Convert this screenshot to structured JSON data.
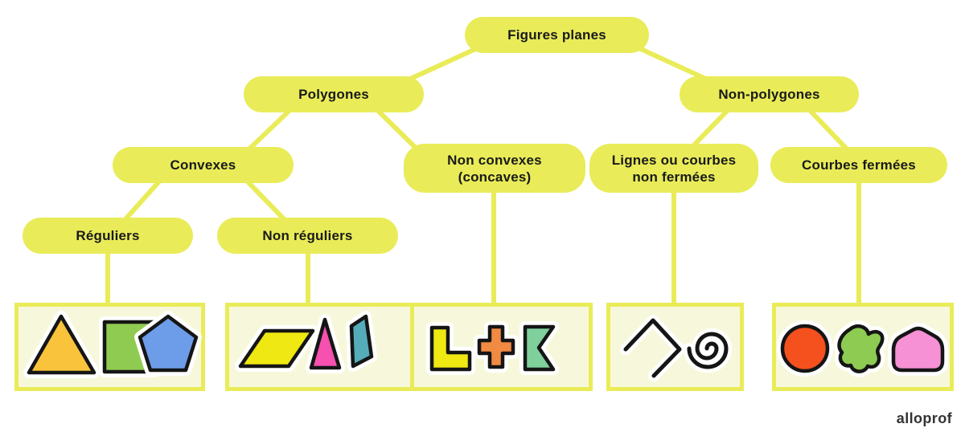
{
  "logo": {
    "text": "alloprof"
  },
  "colors": {
    "node_fill": "#e9ec58",
    "connector": "#e9ec58",
    "box_fill": "#f7f8db",
    "box_border": "#e9ec58",
    "text": "#1a1a1a",
    "outline": "#151515",
    "halo": "#ffffff",
    "triangle": "#f9c33c",
    "square": "#90cb51",
    "pentagon": "#6d9ce9",
    "parallelogram": "#efe812",
    "pink_triangle": "#f650b1",
    "teal_quad": "#54adb9",
    "l_shape": "#efe812",
    "plus_sign": "#f18a42",
    "concave_flag": "#7fd09c",
    "circle": "#f4511e",
    "blob": "#8ecb52",
    "round_pentagon": "#f591d4"
  },
  "nodes": {
    "root": {
      "label": "Figures planes"
    },
    "polygones": {
      "label": "Polygones"
    },
    "non_polygones": {
      "label": "Non-polygones"
    },
    "convexes": {
      "label": "Convexes"
    },
    "non_convexes": {
      "line1": "Non convexes",
      "line2": "(concaves)"
    },
    "lignes_courbes": {
      "line1": "Lignes ou courbes",
      "line2": "non fermées"
    },
    "courbes_fermees": {
      "label": "Courbes fermées"
    },
    "reguliers": {
      "label": "Réguliers"
    },
    "non_reguliers": {
      "label": "Non réguliers"
    }
  },
  "example_boxes": [
    {
      "parent": "Réguliers",
      "shapes": [
        "yellow-triangle",
        "green-square",
        "blue-pentagon"
      ]
    },
    {
      "parent": "Non réguliers",
      "shapes": [
        "yellow-parallelogram",
        "pink-triangle",
        "teal-quadrilateral"
      ]
    },
    {
      "parent": "Non convexes (concaves)",
      "shapes": [
        "yellow-l-shape",
        "orange-cross",
        "green-concave-polygon"
      ]
    },
    {
      "parent": "Lignes ou courbes non fermées",
      "shapes": [
        "open-broken-line",
        "spiral"
      ]
    },
    {
      "parent": "Courbes fermées",
      "shapes": [
        "red-circle",
        "green-blob",
        "pink-rounded-shape"
      ]
    }
  ]
}
